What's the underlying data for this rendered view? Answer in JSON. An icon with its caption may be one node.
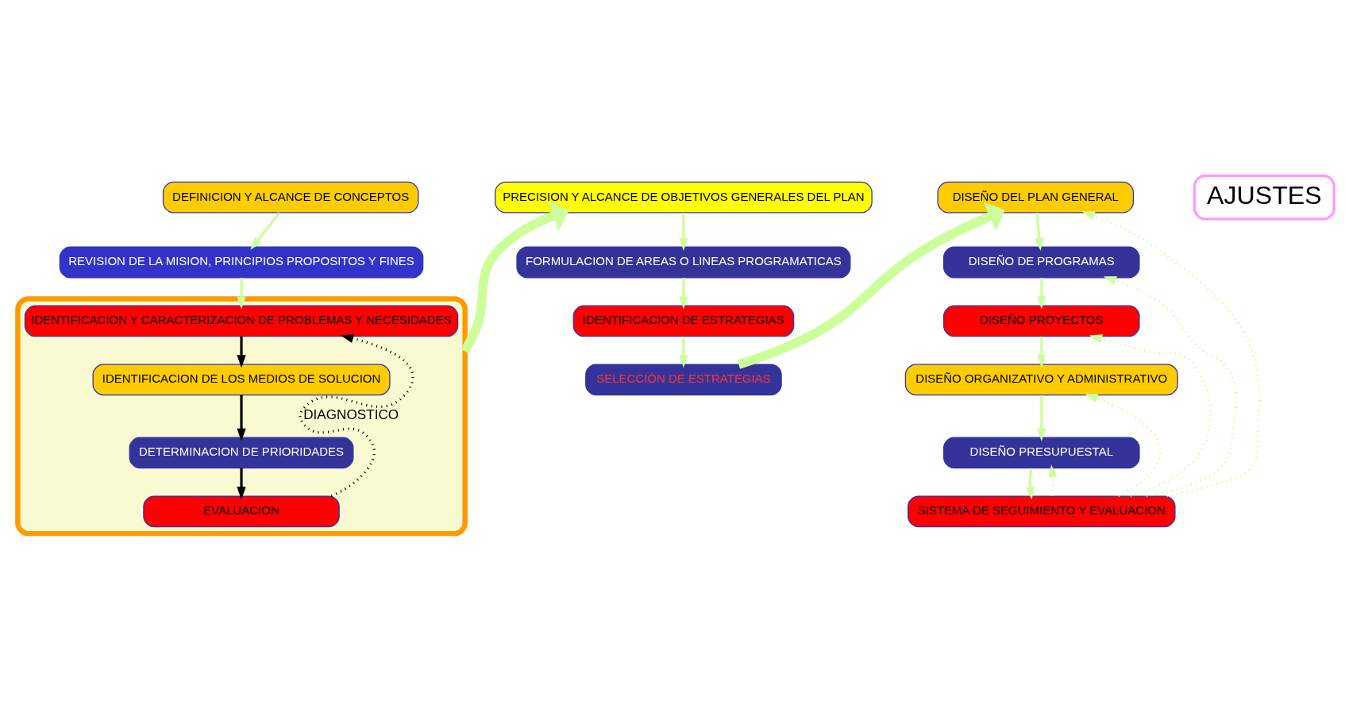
{
  "diagram": {
    "nodes": [
      {
        "text": [
          "DEFINICION Y ALCANCE DE CONCEPTOS"
        ]
      },
      {
        "text": [
          "REVISION DE LA MISION, PRINCIPIOS PROPOSITOS Y FINES"
        ]
      },
      {
        "text": [],
        "shape": "box"
      },
      {
        "text": [
          "IDENTIFICACION Y CARACTERIZACION DE PROBLEMAS Y NECESIDADES"
        ],
        "in": 2
      },
      {
        "text": [
          "IDENTIFICACION DE LOS MEDIOS DE SOLUCION"
        ],
        "in": 2
      },
      {
        "text": [
          "DETERMINACION DE PRIORIDADES"
        ],
        "in": 2
      },
      {
        "text": [
          "EVALUACION"
        ],
        "in": 2
      },
      {
        "text": [
          "PRECISION Y ALCANCE DE OBJETIVOS GENERALES DEL PLAN"
        ]
      },
      {
        "text": [
          "FORMULACION DE AREAS O LINEAS PROGRAMATICAS"
        ]
      },
      {
        "text": [
          "IDENTIFICACION DE ESTRATEGIAS"
        ]
      },
      {
        "text": [
          "SELECCIÓN DE ESTRATEGIAS"
        ]
      },
      {
        "text": [
          "DISEÑO DEL PLAN GENERAL"
        ]
      },
      {
        "text": [
          "DISEÑO DE PROGRAMAS"
        ]
      },
      {
        "text": [
          "DISEÑO PROYECTOS"
        ]
      },
      {
        "text": [
          "DISEÑO ORGANIZATIVO Y ADMINISTRATIVO"
        ]
      },
      {
        "text": [
          "DISEÑO PRESUPUESTAL"
        ]
      },
      {
        "text": [
          "SISTEMA DE SEGUIMIENTO Y EVALUACION"
        ]
      },
      {
        "text": [
          "AJUSTES"
        ]
      }
    ],
    "edges": [
      {
        "from": 0,
        "to": 1,
        "arrow": "to"
      },
      {
        "from": 1,
        "to": 3,
        "arrow": "to"
      },
      {
        "from": 3,
        "to": 4,
        "arrow": "to",
        "color": "#000000"
      },
      {
        "from": 4,
        "to": 5,
        "arrow": "to",
        "color": "#000000"
      },
      {
        "from": 5,
        "to": 6,
        "arrow": "to",
        "color": "#000000"
      },
      {
        "from": 6,
        "to": 3,
        "arrow": "to",
        "style": "dashed",
        "color": "#000000",
        "label": "DIAGNOSTICO"
      },
      {
        "from": 2,
        "to": 7,
        "arrow": "to",
        "style": "thick"
      },
      {
        "from": 7,
        "to": 8,
        "arrow": "to"
      },
      {
        "from": 8,
        "to": 9,
        "arrow": "to"
      },
      {
        "from": 9,
        "to": 10,
        "arrow": "to"
      },
      {
        "from": 10,
        "to": 11,
        "arrow": "to",
        "style": "thick"
      },
      {
        "from": 11,
        "to": 12,
        "arrow": "to"
      },
      {
        "from": 12,
        "to": 13,
        "arrow": "to"
      },
      {
        "from": 13,
        "to": 14,
        "arrow": "to"
      },
      {
        "from": 14,
        "to": 15,
        "arrow": "to"
      },
      {
        "from": 15,
        "to": 16,
        "arrow": "to"
      },
      {
        "from": 16,
        "to": 11,
        "arrow": "to",
        "style": "dashed"
      },
      {
        "from": 16,
        "to": 12,
        "arrow": "to",
        "style": "dashed"
      },
      {
        "from": 16,
        "to": 13,
        "arrow": "to",
        "style": "dashed"
      },
      {
        "from": 16,
        "to": 14,
        "arrow": "to",
        "style": "dashed"
      },
      {
        "from": 16,
        "to": 15,
        "arrow": "to",
        "style": "dashed"
      }
    ]
  }
}
